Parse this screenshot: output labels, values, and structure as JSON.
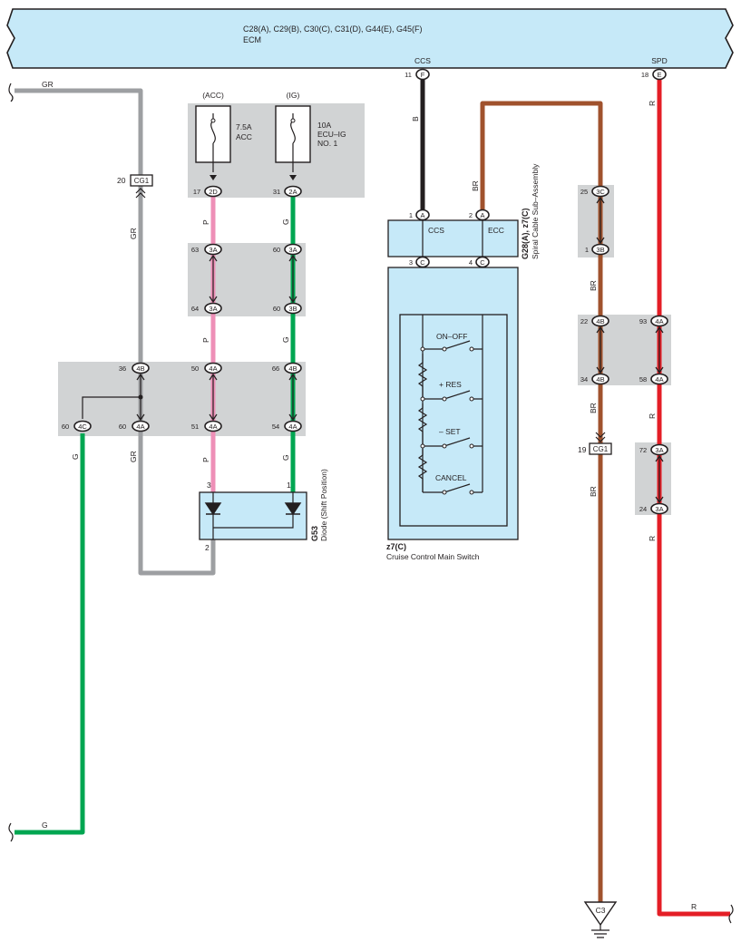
{
  "ecm": {
    "connectors": "C28(A), C29(B), C30(C), C31(D), G44(E), G45(F)",
    "name": "ECM"
  },
  "terminals": {
    "ccs": {
      "label": "CCS",
      "pin": "11",
      "conn": "F"
    },
    "spd": {
      "label": "SPD",
      "pin": "18",
      "conn": "E"
    }
  },
  "fuses": [
    {
      "supply": "(ACC)",
      "rating": "7.5A",
      "name": "ACC",
      "pin": "17",
      "conn": "2D"
    },
    {
      "supply": "(IG)",
      "rating": "10A",
      "name1": "ECU–IG",
      "name2": "NO. 1",
      "pin": "31",
      "conn": "2A"
    }
  ],
  "wire_colors": {
    "GR": "GR",
    "P": "P",
    "G": "G",
    "B": "B",
    "BR": "BR",
    "R": "R"
  },
  "junctions": {
    "cg1_top": {
      "pin": "20",
      "label": "CG1"
    },
    "cg1_right": {
      "pin": "19",
      "label": "CG1"
    },
    "p63": {
      "pin": "63",
      "conn": "3A"
    },
    "p60a": {
      "pin": "60",
      "conn": "3A"
    },
    "p64": {
      "pin": "64",
      "conn": "3A"
    },
    "p60b": {
      "pin": "60",
      "conn": "3B"
    },
    "p36": {
      "pin": "36",
      "conn": "4B"
    },
    "p50": {
      "pin": "50",
      "conn": "4A"
    },
    "p66": {
      "pin": "66",
      "conn": "4B"
    },
    "p60c": {
      "pin": "60",
      "conn": "4C"
    },
    "p60d": {
      "pin": "60",
      "conn": "4A"
    },
    "p51": {
      "pin": "51",
      "conn": "4A"
    },
    "p54": {
      "pin": "54",
      "conn": "4A"
    },
    "p25": {
      "pin": "25",
      "conn": "3C"
    },
    "p1": {
      "pin": "1",
      "conn": "3B"
    },
    "p22": {
      "pin": "22",
      "conn": "4B"
    },
    "p93": {
      "pin": "93",
      "conn": "4A"
    },
    "p34": {
      "pin": "34",
      "conn": "4B"
    },
    "p58": {
      "pin": "58",
      "conn": "4A"
    },
    "p72": {
      "pin": "72",
      "conn": "3A"
    },
    "p24": {
      "pin": "24",
      "conn": "3A"
    }
  },
  "spiral": {
    "code": "G28(A), z7(C)",
    "name": "Spiral Cable Sub–Assembly",
    "pins": [
      {
        "pin": "1",
        "conn": "A",
        "label": "CCS"
      },
      {
        "pin": "2",
        "conn": "A",
        "label": "ECC"
      }
    ],
    "outpins": [
      {
        "pin": "3",
        "conn": "C"
      },
      {
        "pin": "4",
        "conn": "C"
      }
    ]
  },
  "switch": {
    "code": "z7(C)",
    "name": "Cruise Control Main Switch",
    "positions": [
      "ON–OFF",
      "+ RES",
      "– SET",
      "CANCEL"
    ]
  },
  "diode": {
    "code": "G53",
    "name": "Diode (Shift Position)",
    "pins": [
      "3",
      "1",
      "2"
    ]
  },
  "ground": {
    "label": "C3"
  }
}
